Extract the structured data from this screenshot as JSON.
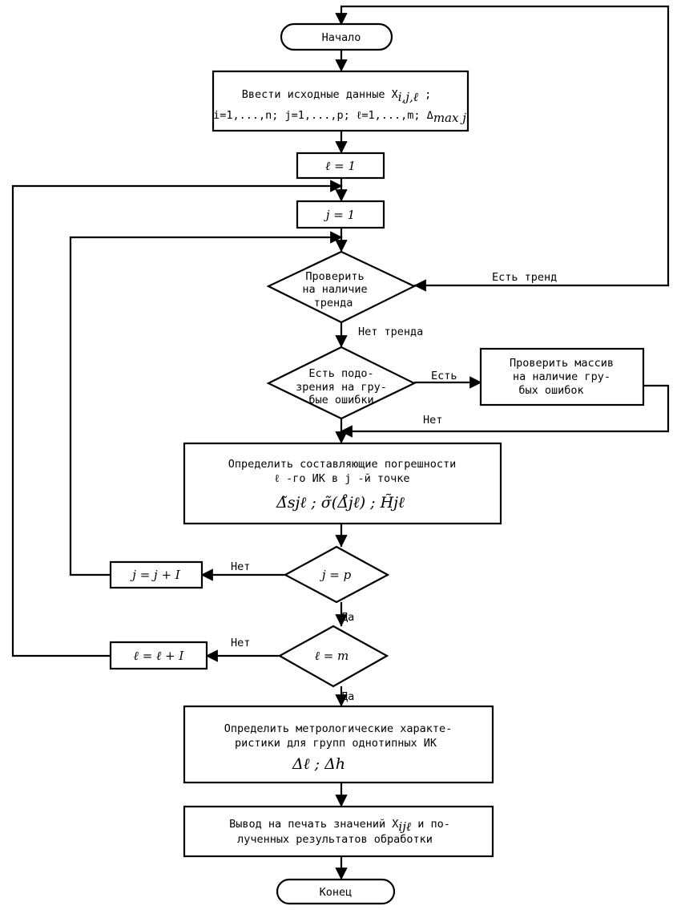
{
  "nodes": {
    "start": "Начало",
    "input": [
      "Ввести исходные данные X",
      "i=1,...,n; j=1,...,p; ℓ=1,...,m; Δ"
    ],
    "input_sub_x": "i,j,ℓ",
    "input_sub_d": "max j",
    "init_l": "ℓ = 1",
    "init_j": "j = 1",
    "check_trend": [
      "Проверить",
      "на наличие",
      "тренда"
    ],
    "check_gross": [
      "Есть подо-",
      "зрения на гру-",
      "бые ошибки"
    ],
    "check_array": [
      "Проверить массив",
      "на наличие гру-",
      "бых ошибок"
    ],
    "determine_components": [
      "Определить составляющие погрешности",
      "ℓ -го ИК в j -й точке"
    ],
    "components_formula": "Δ̃sjℓ ;  σ̃(Δ̊jℓ) ;  H̃jℓ",
    "cond_j": "j = p",
    "inc_j": "j = j + I",
    "cond_l": "ℓ = m",
    "inc_l": "ℓ = ℓ + I",
    "determine_metro": [
      "Определить метрологические характе-",
      "ристики для групп однотипных ИК"
    ],
    "metro_formula": "Δℓ   ;   Δh",
    "output": [
      "Вывод на печать значений X",
      " и по-",
      "лученных результатов обработки"
    ],
    "output_sub": "ijℓ",
    "end": "Конец"
  },
  "edges": {
    "trend_yes": "Есть тренд",
    "trend_no": "Нет тренда",
    "gross_yes": "Есть",
    "gross_no": "Нет",
    "j_no": "Нет",
    "j_yes": "Да",
    "l_no": "Нет",
    "l_yes": "Да"
  }
}
